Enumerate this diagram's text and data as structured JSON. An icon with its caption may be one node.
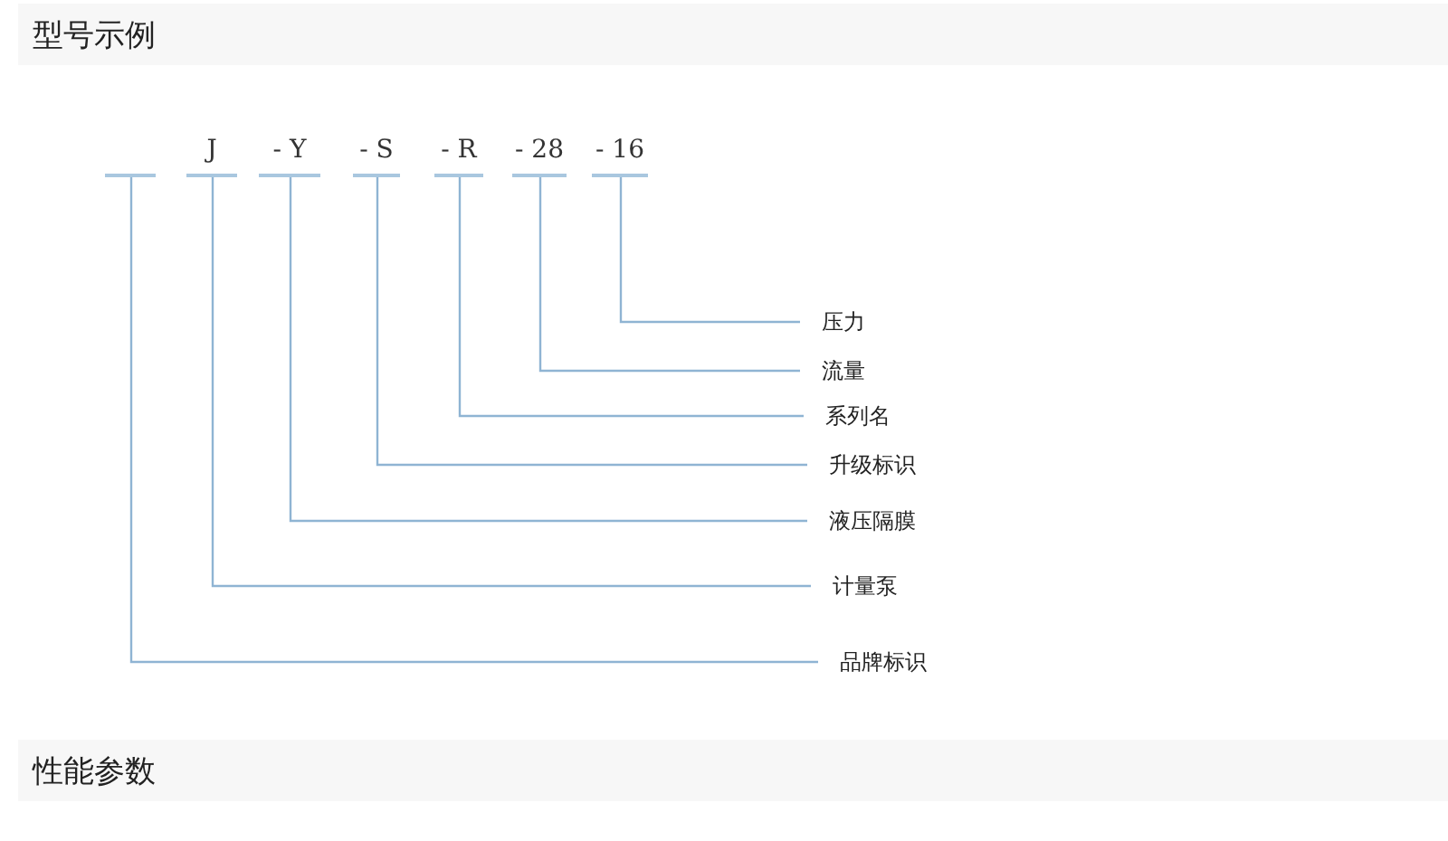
{
  "diagram": {
    "nodes": [
      {
        "text": [
          "型号示例"
        ]
      },
      {
        "text": [],
        "shape": "bar"
      },
      {
        "text": [
          "J"
        ]
      },
      {
        "text": [
          "- Y"
        ]
      },
      {
        "text": [
          "- S"
        ]
      },
      {
        "text": [
          "- R"
        ]
      },
      {
        "text": [
          "- 28"
        ]
      },
      {
        "text": [
          "- 16"
        ]
      },
      {
        "text": [
          "压力"
        ]
      },
      {
        "text": [
          "流量"
        ]
      },
      {
        "text": [
          "系列名"
        ]
      },
      {
        "text": [
          "升级标识"
        ]
      },
      {
        "text": [
          "液压隔膜"
        ]
      },
      {
        "text": [
          "计量泵"
        ]
      },
      {
        "text": [
          "品牌标识"
        ]
      },
      {
        "text": [
          "性能参数"
        ]
      }
    ],
    "edges": [
      {
        "from": 8,
        "to": 7,
        "arrow": "none"
      },
      {
        "from": 9,
        "to": 6,
        "arrow": "none"
      },
      {
        "from": 10,
        "to": 5,
        "arrow": "none"
      },
      {
        "from": 11,
        "to": 4,
        "arrow": "none"
      },
      {
        "from": 12,
        "to": 3,
        "arrow": "none"
      },
      {
        "from": 13,
        "to": 2,
        "arrow": "none"
      },
      {
        "from": 14,
        "to": 1,
        "arrow": "none"
      }
    ]
  }
}
